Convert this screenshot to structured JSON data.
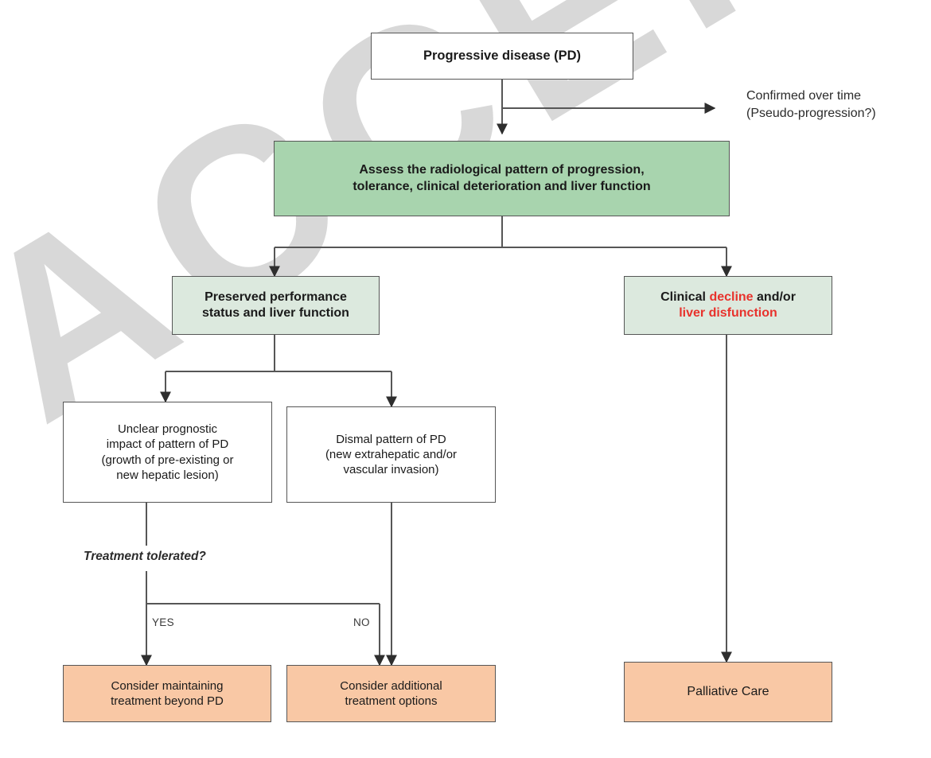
{
  "figure": {
    "watermark_text": "ACCEPTED",
    "line_color": "#565656",
    "palette": {
      "white_box": "#ffffff",
      "green_box": "#a8d4ae",
      "mint_box": "#dce9de",
      "orange_box": "#f9c8a5",
      "border": "#565656",
      "accent_red": "#e8322c",
      "watermark": "#d8d8d8"
    }
  },
  "nodes": {
    "progressive_disease": {
      "label": "Progressive disease (PD)"
    },
    "assess": {
      "line1": "Assess the radiological pattern of progression,",
      "line2": "tolerance, clinical deterioration and liver function"
    },
    "preserved": {
      "strong": "Preserved",
      "rest": " performance",
      "line2": "status and liver function"
    },
    "clinical_decline": {
      "pre": "Clinical ",
      "red1": "decline",
      "mid": " and/or",
      "red2": "liver disfunction"
    },
    "unclear": {
      "line1": "Unclear prognostic",
      "line2": "impact of pattern of PD",
      "line3": "(growth of pre-existing or",
      "line4": "new hepatic lesion)"
    },
    "dismal": {
      "line1": "Dismal pattern of PD",
      "line2": "(new extrahepatic and/or",
      "line3": "vascular invasion)"
    },
    "maintain": {
      "line1": "Consider maintaining",
      "line2": "treatment beyond PD"
    },
    "additional": {
      "line1": "Consider additional",
      "line2": "treatment options"
    },
    "palliative": {
      "label": "Palliative Care"
    }
  },
  "annotations": {
    "confirmed": {
      "line1": "Confirmed over time",
      "line2": "(Pseudo-progression?)"
    },
    "treatment_tolerated": "Treatment tolerated?",
    "yes": "YES",
    "no": "NO"
  }
}
